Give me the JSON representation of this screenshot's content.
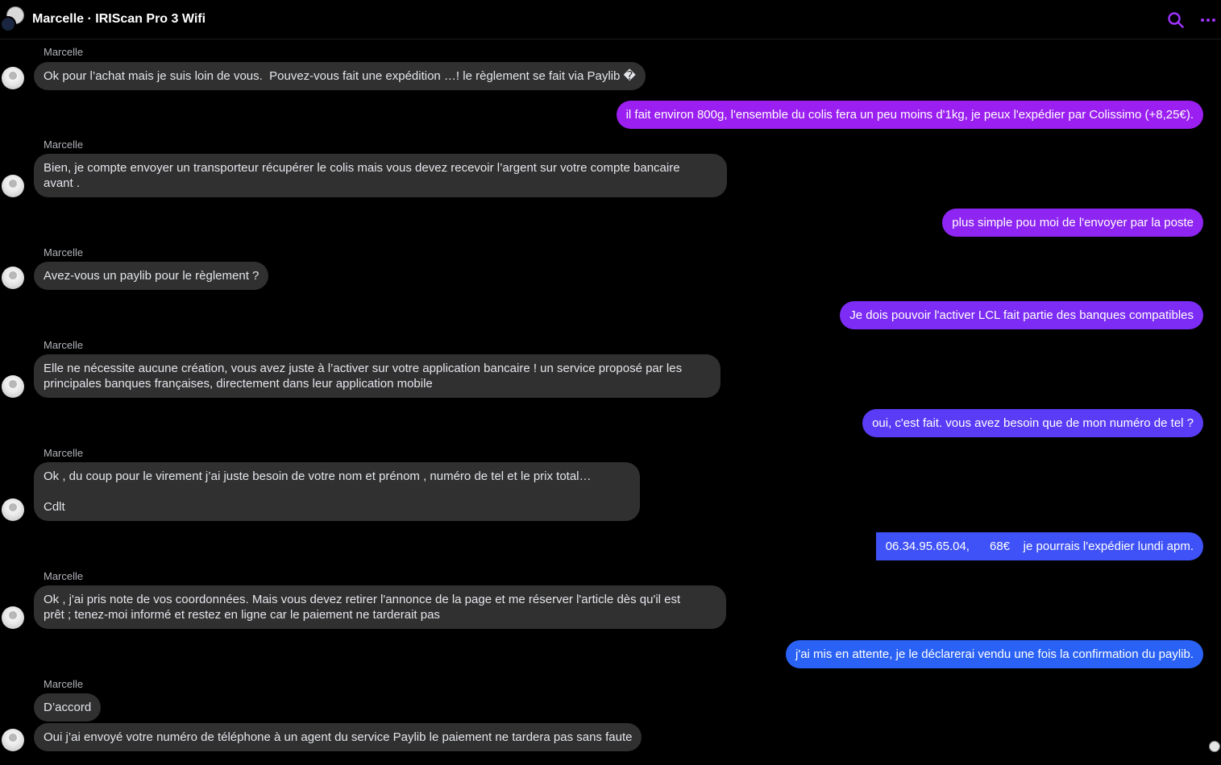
{
  "header": {
    "title": "Marcelle · IRIScan Pro 3 Wifi",
    "icons": [
      "avatar-group",
      "search-icon",
      "more-icon"
    ],
    "accent_color": "#a033ff"
  },
  "messages": [
    {
      "side": "in",
      "sender": "Marcelle",
      "text": "Ok pour l’achat mais je suis loin de vous.  Pouvez-vous fait une expédition …! le règlement se fait via Paylib �"
    },
    {
      "side": "out",
      "text": "il fait environ 800g, l'ensemble du colis fera un peu moins d'1kg, je peux l'expédier par Colissimo (+8,25€).",
      "color": "#9b1ff0"
    },
    {
      "side": "in",
      "sender": "Marcelle",
      "text": "Bien, je compte envoyer un transporteur récupérer le colis mais vous devez recevoir l’argent sur votre compte bancaire\navant ."
    },
    {
      "side": "out",
      "text": "plus simple pou moi de l'envoyer par la poste",
      "color": "#8e25f2"
    },
    {
      "side": "in",
      "sender": "Marcelle",
      "text": "Avez-vous un paylib pour le règlement ?"
    },
    {
      "side": "out",
      "text": "Je dois pouvoir l'activer LCL fait partie des banques compatibles",
      "color": "#7c2cf4"
    },
    {
      "side": "in",
      "sender": "Marcelle",
      "text": "Elle ne nécessite aucune création, vous avez juste à l’activer sur votre application bancaire ! un service proposé par les\nprincipales banques françaises, directement dans leur application mobile"
    },
    {
      "side": "out",
      "text": "oui, c'est fait. vous avez besoin que de mon numéro de tel ?",
      "color": "#5b3cf6"
    },
    {
      "side": "in",
      "sender": "Marcelle",
      "text": "Ok , du coup pour le virement j’ai juste besoin de votre nom et prénom , numéro de tel et le prix total…\n\nCdlt"
    },
    {
      "side": "out",
      "text": "06.34.95.65.04,      68€    je pourrais l'expédier lundi apm.",
      "color": "#3f52f7"
    },
    {
      "side": "in",
      "sender": "Marcelle",
      "text": "Ok , j'ai pris note de vos coordonnées. Mais vous devez retirer l'annonce de la page et me réserver l'article dès qu'il est\nprêt ; tenez-moi informé et restez en ligne car le paiement ne tarderait pas"
    },
    {
      "side": "out",
      "text": "j'ai mis en attente, je le déclarerai vendu une fois la confirmation du paylib.",
      "color": "#2a62f5"
    },
    {
      "side": "in",
      "sender": "Marcelle",
      "text": "D’accord"
    },
    {
      "side": "in",
      "text": "Oui j’ai envoyé votre numéro de téléphone à un agent du service Paylib le paiement ne tardera pas sans faute"
    }
  ]
}
